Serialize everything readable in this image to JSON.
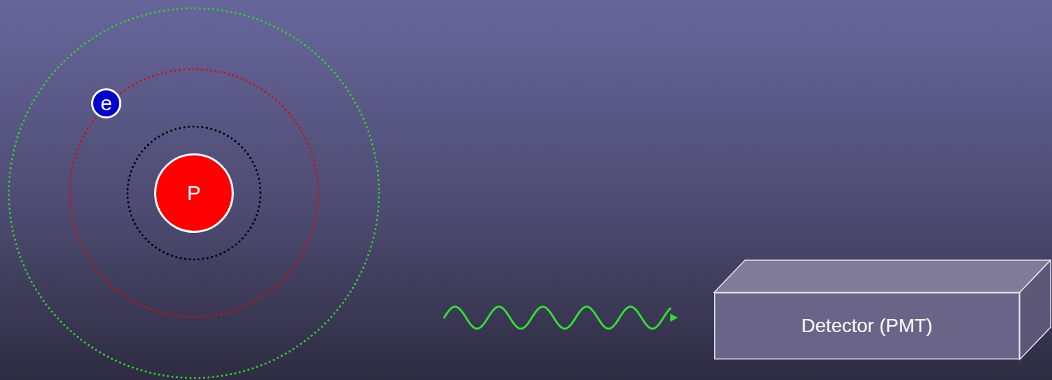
{
  "diagram": {
    "nodes": [
      {
        "text": [
          "P"
        ]
      },
      {
        "text": [
          "e"
        ]
      },
      {
        "text": [
          "Detector (PMT)"
        ]
      }
    ]
  }
}
